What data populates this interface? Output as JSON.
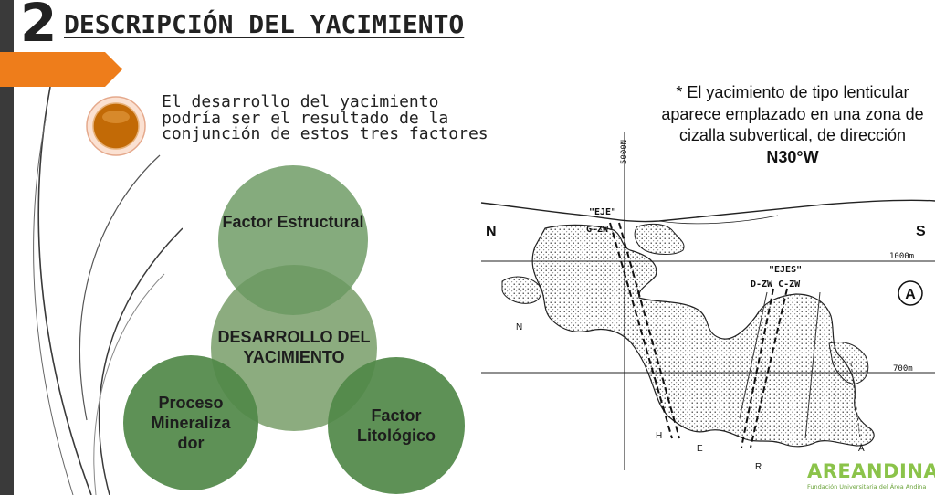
{
  "slide": {
    "number": "2",
    "title": "DESCRIPCIÓN DEL YACIMIENTO"
  },
  "intro_text": "El desarrollo del yacimiento podría ser el resultado de la conjunción de estos tres factores",
  "diagram": {
    "center": "DESARROLLO DEL YACIMIENTO",
    "top": "Factor Estructural",
    "left": "Proceso Mineraliza dor",
    "right": "Factor Litológico"
  },
  "note": {
    "text": "* El yacimiento de tipo lenticular aparece emplazado en una zona de cizalla subvertical, de dirección",
    "direction": "N30°W"
  },
  "section": {
    "north_label": "N",
    "south_label": "S",
    "coord_label": "5000N",
    "level_1000": "1000m",
    "level_700": "700m",
    "eje_label": "\"EJE\"",
    "eje_name": "G-ZW",
    "ejes_label": "\"EJES\"",
    "ejes_names": "D-ZW  C-ZW",
    "section_id": "A",
    "n_marker": "N",
    "letters": [
      "H",
      "E",
      "R",
      "A"
    ]
  },
  "logo": {
    "name": "AREANDINA",
    "subtitle": "Fundación Universitaria del Área Andina"
  },
  "colors": {
    "accent_orange": "#ee7d1b",
    "circle_green": "#6a9860",
    "logo_green": "#8bc34a"
  }
}
